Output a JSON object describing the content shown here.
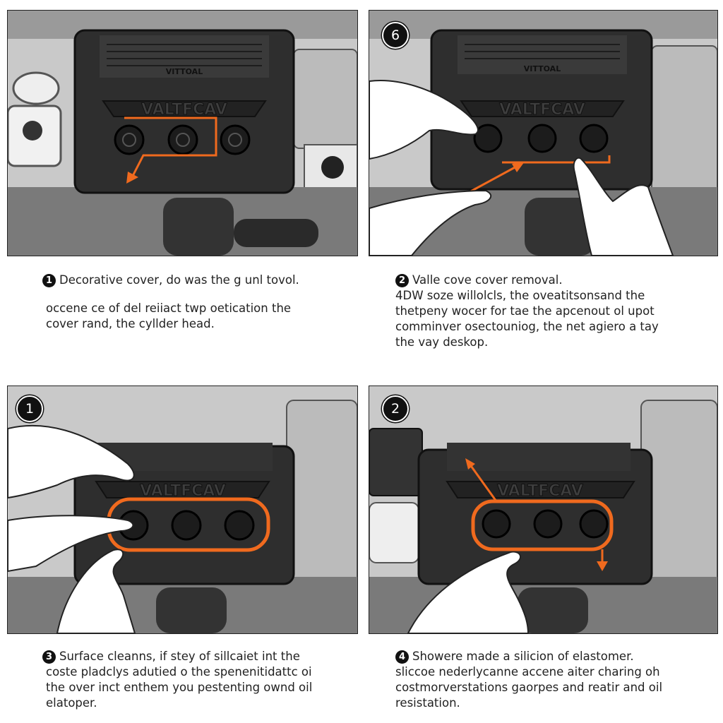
{
  "panels": [
    {
      "badge": null,
      "cover_top_text": "VITTOAL",
      "cover_logo_text": "VALTFCAV"
    },
    {
      "badge": "6",
      "cover_top_text": "VITTOAL",
      "cover_logo_text": "VALTFCAV"
    },
    {
      "badge": "1",
      "cover_top_text": "",
      "cover_logo_text": "VALTFCAV"
    },
    {
      "badge": "2",
      "cover_top_text": "",
      "cover_logo_text": "VALTFCAV"
    }
  ],
  "captions": [
    {
      "number": "1",
      "heading": "Decorative cover, do was the g unl tovol.",
      "lines": [
        "occene ce of del reiiact twp oetication the",
        "cover rand, the cyllder head."
      ]
    },
    {
      "number": "2",
      "heading": "Valle cove cover removal.",
      "lines": [
        "4DW soze willolcls, the oveatitsonsand the",
        "thetpeny wocer for tae the apcenout ol upot",
        "comminver osectouniog, the net agiero a tay",
        "the vay deskop."
      ]
    },
    {
      "number": "3",
      "heading": "Surface cleanns, if stey of sillcaiet int the",
      "lines": [
        "coste pladclys adutied o the spenenitidattc oi",
        "the over inct enthem you pestenting ownd oil",
        "elatoper."
      ]
    },
    {
      "number": "4",
      "heading": "Showere made a silicion of elastomer.",
      "lines": [
        "sliccoe nederlycanne accene aiter charing oh",
        "costmorverstations gaorpes and reatir and oil",
        "resistation."
      ]
    }
  ],
  "colors": {
    "accent": "#f06a1e",
    "cover": "#2e2e2e",
    "bay": "#cfcfcf"
  }
}
